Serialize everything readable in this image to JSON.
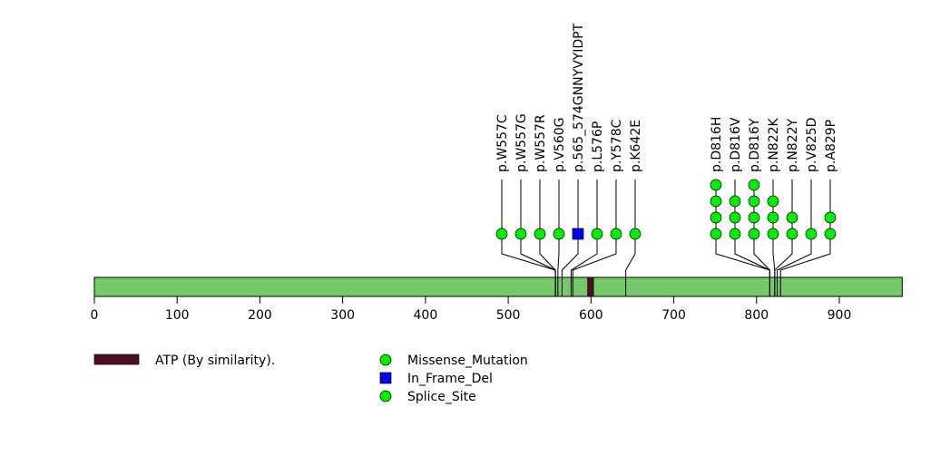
{
  "chart_data": {
    "type": "lollipop",
    "title": "",
    "protein_length": 976,
    "x_axis": {
      "ticks": [
        0,
        100,
        200,
        300,
        400,
        500,
        600,
        700,
        800,
        900
      ],
      "range": [
        0,
        976
      ]
    },
    "domains": [
      {
        "name": "ATP (By similarity).",
        "start": 596,
        "end": 603,
        "color": "#4a1020"
      }
    ],
    "mutations": [
      {
        "label": "p.W557C",
        "position": 557,
        "count": 1,
        "type": "Missense_Mutation"
      },
      {
        "label": "p.W557G",
        "position": 557,
        "count": 1,
        "type": "Missense_Mutation"
      },
      {
        "label": "p.W557R",
        "position": 557,
        "count": 1,
        "type": "Missense_Mutation"
      },
      {
        "label": "p.V560G",
        "position": 560,
        "count": 1,
        "type": "Missense_Mutation"
      },
      {
        "label": "p.565_574GNNYVYIDPT",
        "position": 565,
        "count": 1,
        "type": "In_Frame_Del"
      },
      {
        "label": "p.L576P",
        "position": 576,
        "count": 1,
        "type": "Missense_Mutation"
      },
      {
        "label": "p.Y578C",
        "position": 578,
        "count": 1,
        "type": "Missense_Mutation"
      },
      {
        "label": "p.K642E",
        "position": 642,
        "count": 1,
        "type": "Missense_Mutation"
      },
      {
        "label": "p.D816H",
        "position": 816,
        "count": 4,
        "type": "Missense_Mutation"
      },
      {
        "label": "p.D816V",
        "position": 816,
        "count": 3,
        "type": "Missense_Mutation"
      },
      {
        "label": "p.D816Y",
        "position": 816,
        "count": 4,
        "type": "Missense_Mutation"
      },
      {
        "label": "p.N822K",
        "position": 822,
        "count": 3,
        "type": "Missense_Mutation"
      },
      {
        "label": "p.N822Y",
        "position": 822,
        "count": 2,
        "type": "Missense_Mutation"
      },
      {
        "label": "p.V825D",
        "position": 825,
        "count": 1,
        "type": "Missense_Mutation"
      },
      {
        "label": "p.A829P",
        "position": 829,
        "count": 2,
        "type": "Missense_Mutation"
      }
    ],
    "legend": {
      "domains": [
        {
          "label": "ATP (By similarity).",
          "color": "#4a1020"
        }
      ],
      "types": [
        {
          "label": "Missense_Mutation",
          "shape": "circle",
          "color": "#00ee00"
        },
        {
          "label": "In_Frame_Del",
          "shape": "square",
          "color": "#0000ee"
        },
        {
          "label": "Splice_Site",
          "shape": "circle",
          "color": "#00ee00"
        }
      ]
    },
    "colors": {
      "protein": "#77c86a",
      "missense": "#00ee00",
      "inframe": "#0000ee"
    }
  }
}
